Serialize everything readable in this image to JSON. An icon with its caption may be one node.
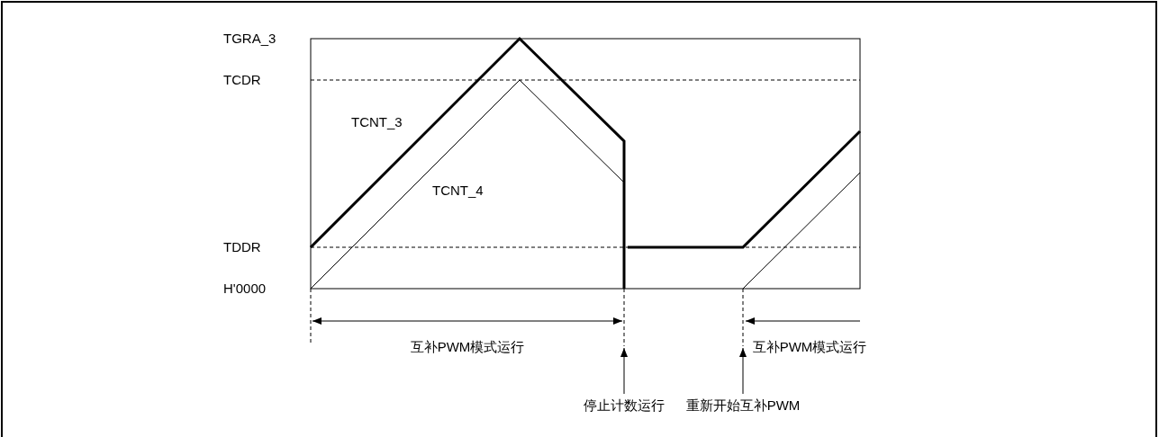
{
  "diagram": {
    "nodes": [
      {
        "text": [],
        "shape": "line"
      },
      {
        "text": [],
        "shape": "line"
      },
      {
        "text": [
          "停止计数运行"
        ]
      },
      {
        "text": [
          "重新开始互补PWM"
        ]
      }
    ],
    "edges": [
      {
        "from": 2,
        "to": 0,
        "arrow": "to"
      },
      {
        "from": 3,
        "to": 1,
        "arrow": "to"
      }
    ],
    "labels": [
      "TGRA_3",
      "TCDR",
      "TCNT_3",
      "TCNT_4",
      "TDDR",
      "H'0000",
      "互补PWM模式运行",
      "互补PWM模式运行"
    ]
  }
}
